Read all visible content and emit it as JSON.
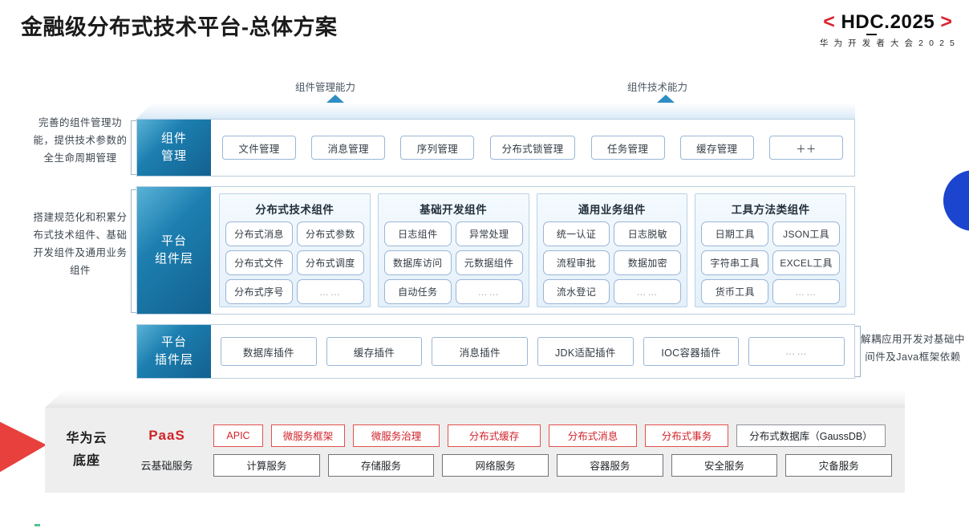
{
  "header": {
    "title": "金融级分布式技术平台-总体方案",
    "logo": {
      "left_bracket": "<",
      "right_bracket": ">",
      "main": "HDC.2025",
      "main_prefix": "HD",
      "main_mid": "C",
      "main_suffix": ".2025",
      "subtitle": "华 为 开 发 者 大 会 2 0 2 5"
    }
  },
  "arrows": [
    {
      "label": "组件管理能力",
      "name": "component-management-capability"
    },
    {
      "label": "组件技术能力",
      "name": "component-technology-capability"
    }
  ],
  "side_notes": {
    "left_top": "完善的组件管理功能，提供技术参数的全生命周期管理",
    "left_middle": "搭建规范化和积累分布式技术组件、基础开发组件及通用业务组件",
    "right": "解耦应用开发对基础中间件及Java框架依赖"
  },
  "layers": {
    "component_management": {
      "label": "组件管理",
      "label_line1": "组件",
      "label_line2": "管理",
      "items": [
        "文件管理",
        "消息管理",
        "序列管理",
        "分布式锁管理",
        "任务管理",
        "缓存管理",
        "＋＋"
      ]
    },
    "platform_component": {
      "label": "平台组件层",
      "label_line1": "平台",
      "label_line2": "组件层",
      "groups": [
        {
          "title": "分布式技术组件",
          "items": [
            "分布式消息",
            "分布式参数",
            "分布式文件",
            "分布式调度",
            "分布式序号",
            "……"
          ]
        },
        {
          "title": "基础开发组件",
          "items": [
            "日志组件",
            "异常处理",
            "数据库访问",
            "元数据组件",
            "自动任务",
            "……"
          ]
        },
        {
          "title": "通用业务组件",
          "items": [
            "统一认证",
            "日志脱敏",
            "流程审批",
            "数据加密",
            "流水登记",
            "……"
          ]
        },
        {
          "title": "工具方法类组件",
          "items": [
            "日期工具",
            "JSON工具",
            "字符串工具",
            "EXCEL工具",
            "货币工具",
            "……"
          ]
        }
      ]
    },
    "platform_plugin": {
      "label": "平台插件层",
      "label_line1": "平台",
      "label_line2": "插件层",
      "items": [
        "数据库插件",
        "缓存插件",
        "消息插件",
        "JDK适配插件",
        "IOC容器插件",
        "……"
      ]
    }
  },
  "base": {
    "title_line1": "华为云",
    "title_line2": "底座",
    "paas": {
      "label": "PaaS",
      "items": [
        {
          "label": "APIC",
          "style": "red",
          "width": 62
        },
        {
          "label": "微服务框架",
          "style": "red",
          "width": 92
        },
        {
          "label": "微服务治理",
          "style": "red",
          "width": 108
        },
        {
          "label": "分布式缓存",
          "style": "red",
          "width": 116
        },
        {
          "label": "分布式消息",
          "style": "red",
          "width": 110
        },
        {
          "label": "分布式事务",
          "style": "red",
          "width": 104
        },
        {
          "label": "分布式数据库（GaussDB）",
          "style": "gray",
          "width": 186
        }
      ]
    },
    "cloud": {
      "label": "云基础服务",
      "items": [
        "计算服务",
        "存储服务",
        "网络服务",
        "容器服务",
        "安全服务",
        "灾备服务"
      ]
    }
  },
  "colors": {
    "brand_red": "#d1232a",
    "layer_blue": "#1c7fb0",
    "accent_blue": "#1b45cf",
    "base_gray": "#eeeeee"
  }
}
